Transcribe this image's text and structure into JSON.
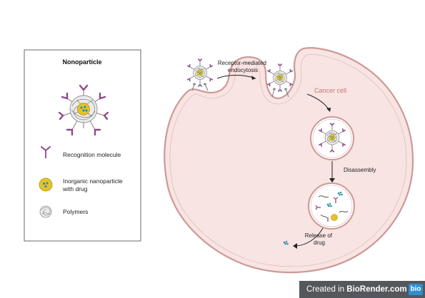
{
  "legend": {
    "title": "Nonoparticle",
    "items": [
      {
        "label_lines": [
          "Recognition molecule"
        ]
      },
      {
        "label_lines": [
          "Inorganic nanoparticle",
          "with drug"
        ]
      },
      {
        "label_lines": [
          "Polymers"
        ]
      }
    ]
  },
  "diagram": {
    "step1_lines": [
      "Receptor-mediated",
      "endocytosis"
    ],
    "cell_label": "Cancer cell",
    "step2_label": "Disassembly",
    "step3_lines": [
      "Release of",
      "drug"
    ]
  },
  "footer": {
    "prefix": "Created in ",
    "brand": "BioRender.com",
    "logo": "bio"
  },
  "colors": {
    "cell_fill": "#f8e4e2",
    "cell_stroke": "#cc9a96",
    "recognition": "#8b4c86",
    "core": "#e6c22a",
    "drug": "#2d93a6"
  }
}
